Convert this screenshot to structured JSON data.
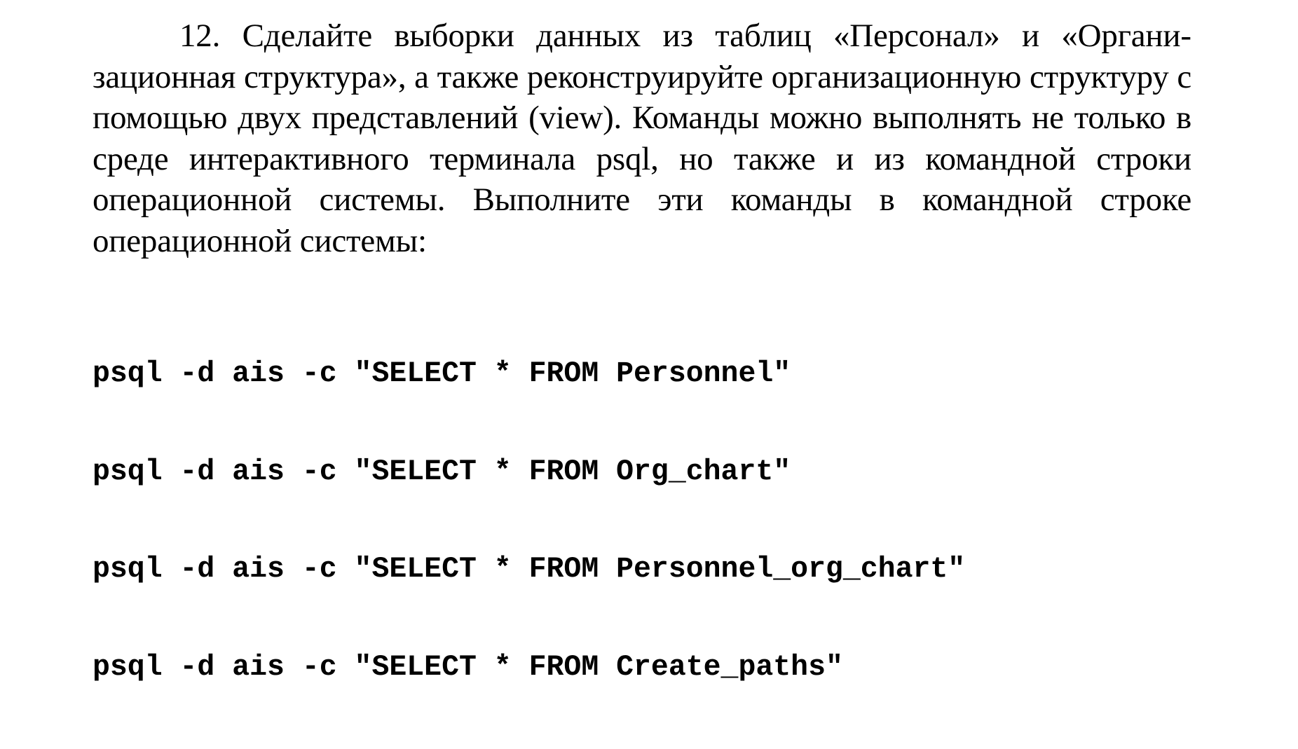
{
  "paragraph": {
    "text": "12. Сделайте выборки данных из таблиц «Персонал» и «Органи­зационная структура», а также реконструируйте организационную структуру с помощью двух представлений (view). Команды можно выполнять не только в среде интерактивного терминала psql, но также и из командной строки операционной системы. Выполните эти команды в командной строке операционной системы:"
  },
  "commands": [
    "psql -d ais -c \"SELECT * FROM Personnel\"",
    "psql -d ais -c \"SELECT * FROM Org_chart\"",
    "psql -d ais -c \"SELECT * FROM Personnel_org_chart\"",
    "psql -d ais -c \"SELECT * FROM Create_paths\""
  ]
}
